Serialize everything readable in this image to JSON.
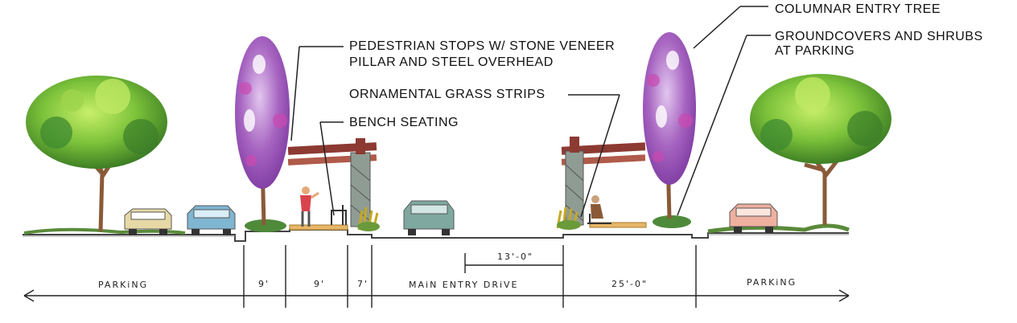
{
  "callouts": {
    "columnar_tree": "COLUMNAR ENTRY TREE",
    "groundcovers_line1": "GROUNDCOVERS AND SHRUBS",
    "groundcovers_line2": "AT PARKING",
    "ped_stops_line1": "PEDESTRIAN STOPS W/ STONE VENEER",
    "ped_stops_line2": "PILLAR AND STEEL OVERHEAD",
    "grass_strips": "ORNAMENTAL GRASS STRIPS",
    "bench": "BENCH SEATING"
  },
  "dimensions": {
    "parking_left": "PARKiNG",
    "seg_9a": "9'",
    "seg_9b": "9'",
    "seg_7": "7'",
    "main_entry": "MAiN ENTRY DRiVE",
    "drive_width": "13'-0\"",
    "seg_25": "25'-0\"",
    "parking_right": "PARKiNG"
  },
  "colors": {
    "tree_green": "#5fae2c",
    "tree_light": "#a8dc5a",
    "columnar_purple": "#a25ab8",
    "columnar_magenta": "#cc49b0",
    "trunk": "#8a5a38",
    "stone": "#8f9c94",
    "steel": "#8c3a32",
    "car_tan": "#e6d9a6",
    "car_blue": "#7fb6d2",
    "car_teal": "#7fa8a0",
    "car_pink": "#f0b0a0",
    "walk": "#e7b667",
    "ground": "#6a9a4a"
  }
}
